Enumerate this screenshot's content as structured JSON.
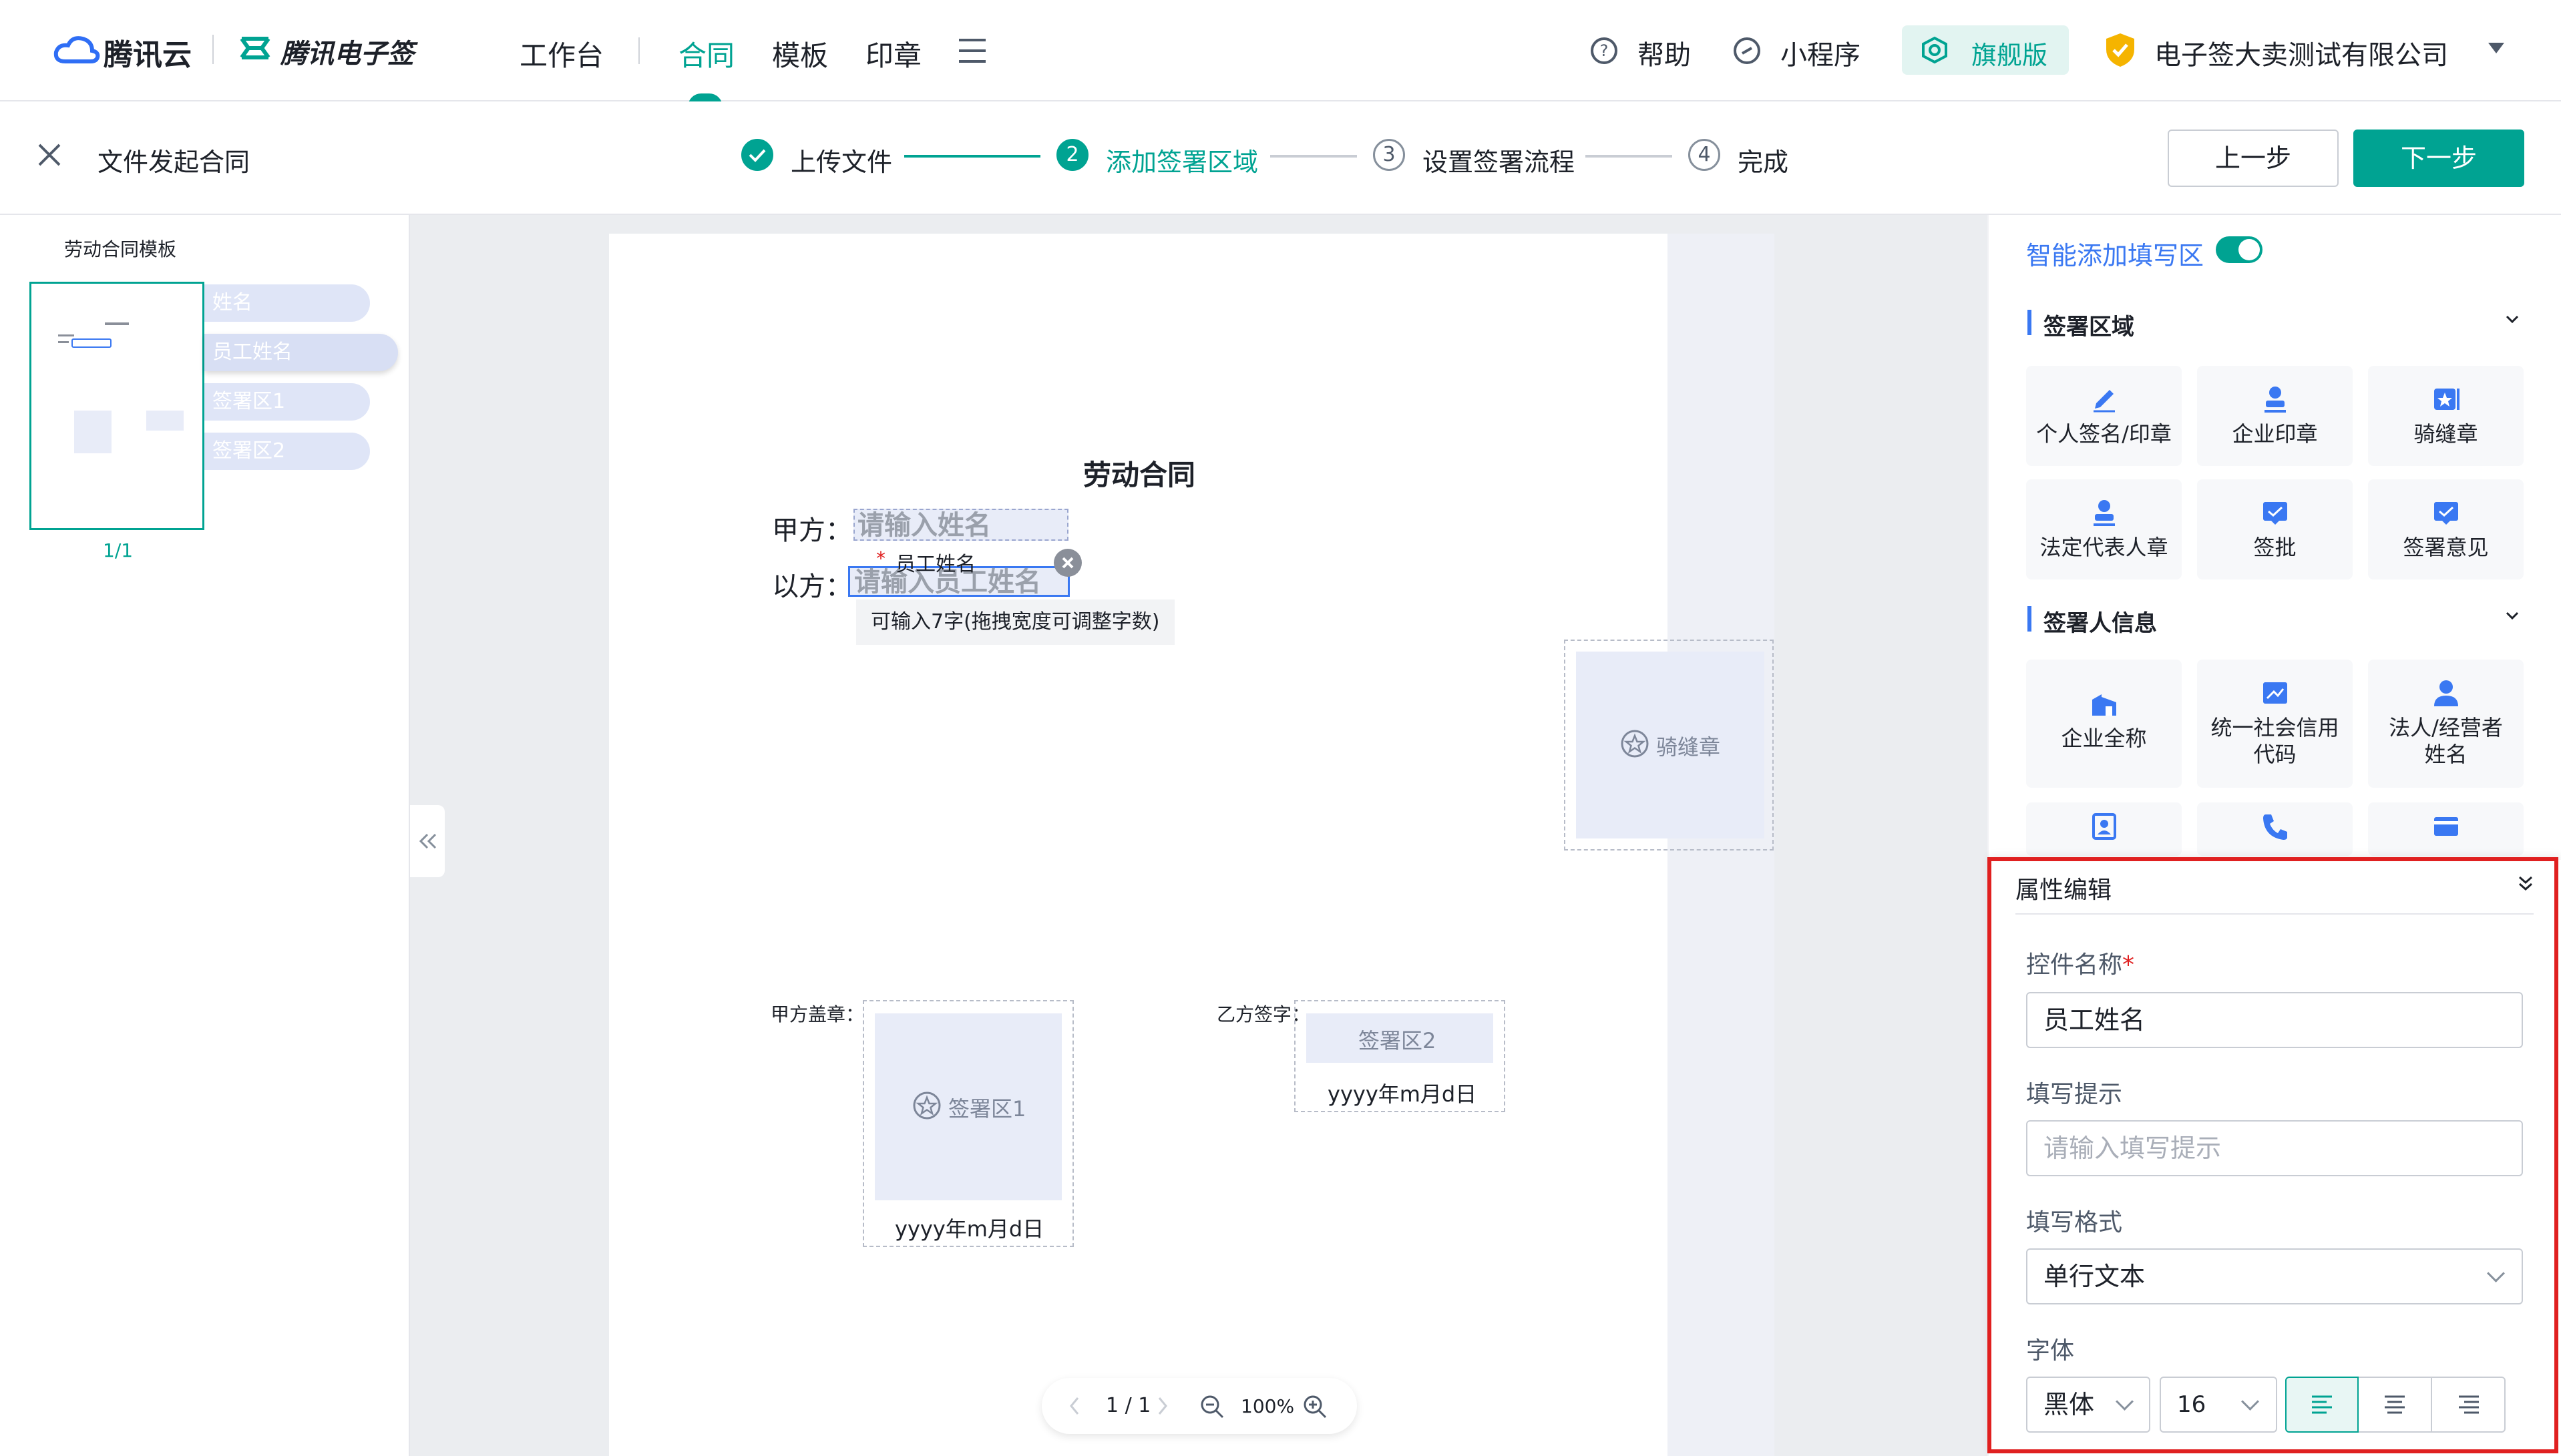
{
  "topnav": {
    "brand1": "腾讯云",
    "brand2": "腾讯电子签",
    "nav": [
      "工作台",
      "合同",
      "模板",
      "印章"
    ],
    "help": "帮助",
    "miniapp": "小程序",
    "edition": "旗舰版",
    "company": "电子签大卖测试有限公司"
  },
  "stepbar": {
    "title": "文件发起合同",
    "steps": [
      {
        "num": "",
        "label": "上传文件"
      },
      {
        "num": "2",
        "label": "添加签署区域"
      },
      {
        "num": "3",
        "label": "设置签署流程"
      },
      {
        "num": "4",
        "label": "完成"
      }
    ],
    "prev": "上一步",
    "next": "下一步"
  },
  "leftpanel": {
    "template_name": "劳动合同模板",
    "fields": [
      "姓名",
      "员工姓名",
      "签署区1",
      "签署区2"
    ],
    "page_indicator": "1/1"
  },
  "document": {
    "title": "劳动合同",
    "party_a_label": "甲方：",
    "party_a_placeholder": "请输入姓名",
    "party_b_label": "以方：",
    "party_b_placeholder": "请输入员工姓名",
    "field_tag": "员工姓名",
    "field_tag_required": "*",
    "tooltip": "可输入7字(拖拽宽度可调整字数)",
    "qifeng": "骑缝章",
    "party_a_seal_label": "甲方盖章：",
    "party_b_sign_label": "乙方签字：",
    "sign1": "签署区1",
    "sign2": "签署区2",
    "date_format": "yyyy年m月d日",
    "pager": "1 / 1",
    "zoom": "100%"
  },
  "rightpanel": {
    "smart_add": "智能添加填写区",
    "section_sign": "签署区域",
    "sign_controls": [
      "个人签名/印章",
      "企业印章",
      "骑缝章",
      "法定代表人章",
      "签批",
      "签署意见"
    ],
    "section_signer": "签署人信息",
    "signer_controls": [
      "企业全称",
      "统一社会信用代码",
      "法人/经营者姓名"
    ],
    "props": {
      "title": "属性编辑",
      "name_label": "控件名称",
      "name_required": "*",
      "name_value": "员工姓名",
      "hint_label": "填写提示",
      "hint_placeholder": "请输入填写提示",
      "format_label": "填写格式",
      "format_value": "单行文本",
      "font_label": "字体",
      "font_family": "黑体",
      "font_size": "16"
    }
  },
  "colors": {
    "accent": "#00a392",
    "highlight": "#e02020",
    "blue": "#3a78f2"
  }
}
